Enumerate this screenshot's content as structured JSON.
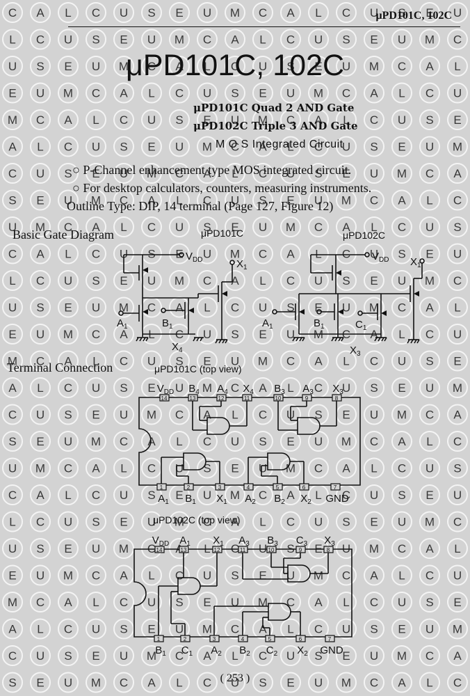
{
  "header": {
    "text": "μPD101C, 102C"
  },
  "title": "μPD101C, 102C",
  "subtitles": [
    "μPD101C Quad 2 AND Gate",
    "μPD102C Triple 3 AND Gate"
  ],
  "process": "M O S Integrated Circuit",
  "features": [
    "○ P-Channel enhancement type MOS integrated circuit.",
    "○ For desktop calculators, counters, measuring instruments."
  ],
  "outline": "Outline Type: DIP, 14 terminal (Page 127, Figure 12)",
  "gate_diagram": {
    "heading": "Basic Gate Diagram",
    "pd101": {
      "caption": "μPD101C",
      "vdd": "V",
      "vdd_sub": "DD",
      "out": "X",
      "out_sub": "1",
      "in_a": "A",
      "in_a_sub": "1",
      "in_b": "B",
      "in_b_sub": "1",
      "name": "X",
      "name_sub": "4"
    },
    "pd102": {
      "caption": "μPD102C",
      "vdd": "V",
      "vdd_sub": "DD",
      "out": "X",
      "out_sub": "1",
      "in_a": "A",
      "in_a_sub": "1",
      "in_b": "B",
      "in_b_sub": "1",
      "in_c": "C",
      "in_c_sub": "1",
      "name": "X",
      "name_sub": "3"
    }
  },
  "terminal": {
    "heading": "Terminal Connection",
    "pd101": {
      "caption": "μPD101C (top view)",
      "top_nums": [
        "14",
        "13",
        "12",
        "11",
        "10",
        "9",
        "8"
      ],
      "top_labels": [
        [
          "V",
          "DD"
        ],
        [
          "B",
          "4"
        ],
        [
          "A",
          "4"
        ],
        [
          "X",
          "4"
        ],
        [
          "B",
          "3"
        ],
        [
          "A",
          "3"
        ],
        [
          "X",
          "3"
        ]
      ],
      "bottom_nums": [
        "1",
        "2",
        "3",
        "4",
        "5",
        "6",
        "7"
      ],
      "bottom_labels": [
        [
          "A",
          "1"
        ],
        [
          "B",
          "1"
        ],
        [
          "X",
          "1"
        ],
        [
          "A",
          "2"
        ],
        [
          "B",
          "2"
        ],
        [
          "X",
          "2"
        ],
        [
          "GND",
          ""
        ]
      ]
    },
    "pd102": {
      "caption": "μPD102C (top view)",
      "top_nums": [
        "14",
        "13",
        "12",
        "11",
        "10",
        "9",
        "8"
      ],
      "top_labels": [
        [
          "V",
          "DD"
        ],
        [
          "A",
          "1"
        ],
        [
          "X",
          "1"
        ],
        [
          "A",
          "3"
        ],
        [
          "B",
          "3"
        ],
        [
          "C",
          "3"
        ],
        [
          "X",
          "3"
        ]
      ],
      "bottom_nums": [
        "1",
        "2",
        "3",
        "4",
        "5",
        "6",
        "7"
      ],
      "bottom_labels": [
        [
          "B",
          "1"
        ],
        [
          "C",
          "1"
        ],
        [
          "A",
          "2"
        ],
        [
          "B",
          "2"
        ],
        [
          "C",
          "2"
        ],
        [
          "X",
          "2"
        ],
        [
          "GND",
          ""
        ]
      ]
    }
  },
  "page_number": "( 253 )",
  "watermark": {
    "letters": [
      "C",
      "A",
      "L",
      "C",
      "U",
      "S",
      "E",
      "U",
      "M"
    ],
    "color": "#ffffff"
  }
}
